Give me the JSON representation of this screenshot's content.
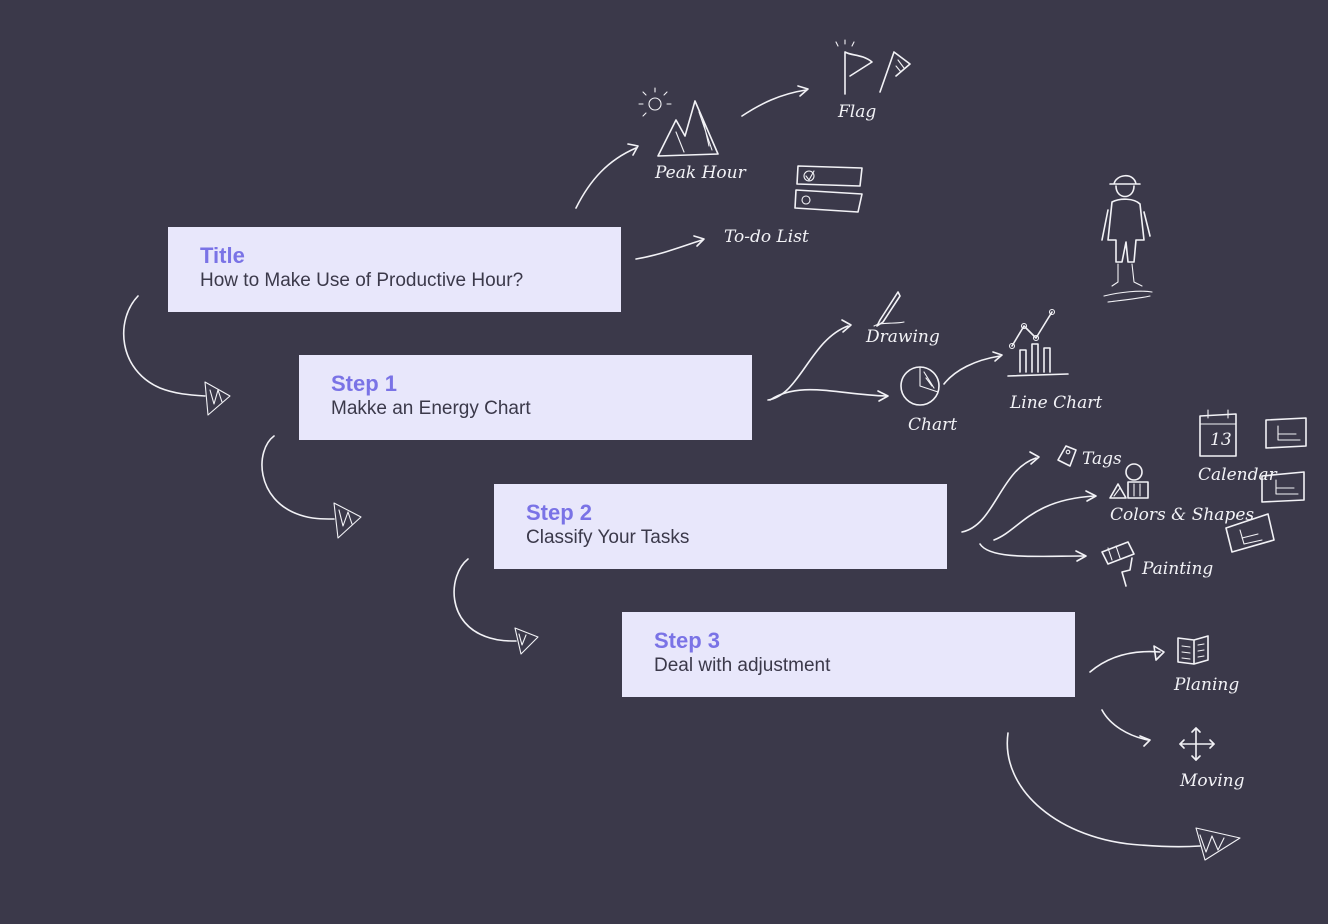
{
  "cards": [
    {
      "heading": "Title",
      "body": "How to Make Use of Productive Hour?"
    },
    {
      "heading": "Step 1",
      "body": "Makke an Energy Chart"
    },
    {
      "heading": "Step 2",
      "body": "Classify Your Tasks"
    },
    {
      "heading": "Step 3",
      "body": "Deal with adjustment"
    }
  ],
  "sketch_labels": {
    "peak_hour": "Peak Hour",
    "flag": "Flag",
    "todo_list": "To-do List",
    "drawing": "Drawing",
    "chart": "Chart",
    "line_chart": "Line Chart",
    "tags": "Tags",
    "colors_shapes": "Colors & Shapes",
    "calendar": "Calendar",
    "calendar_day": "13",
    "painting": "Painting",
    "planning": "Planing",
    "moving": "Moving"
  },
  "colors": {
    "background": "#3b394a",
    "card": "#e8e7fb",
    "heading": "#7a73e6",
    "body_text": "#3b394a",
    "sketch": "#f2f2f6"
  }
}
